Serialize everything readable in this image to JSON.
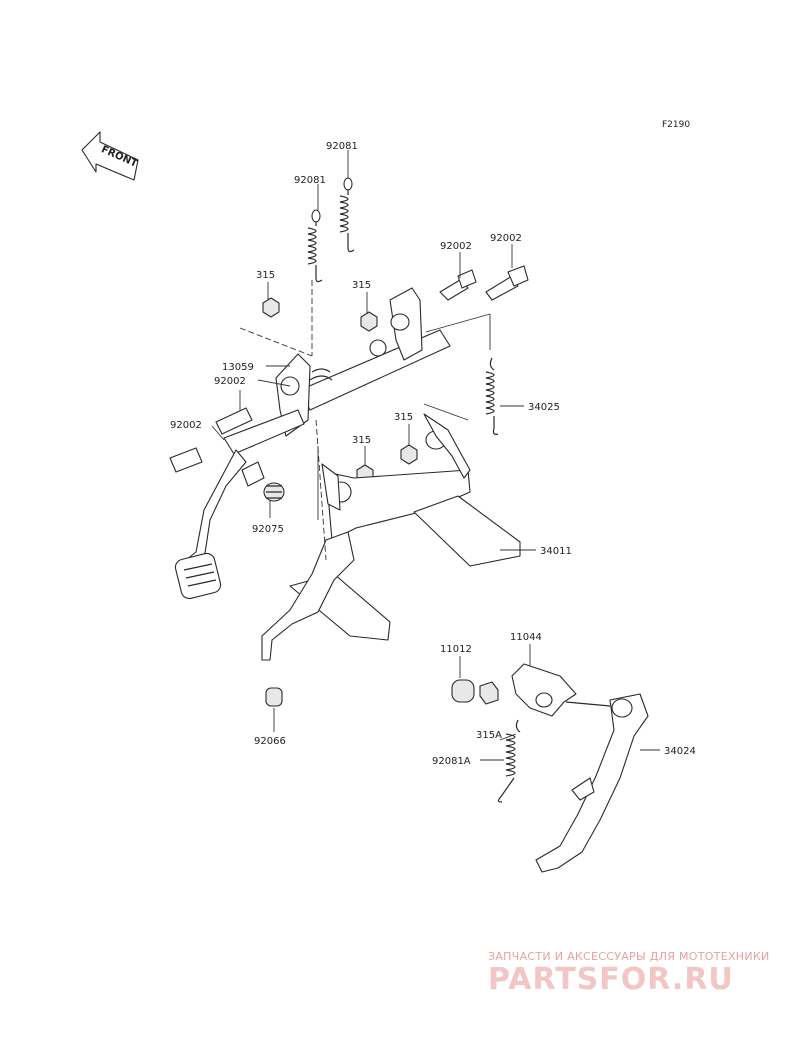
{
  "diagram_code": "F2190",
  "front_arrow_label": "FRONT",
  "parts": {
    "p92081_top": "92081",
    "p92081_mid": "92081",
    "p92002_a": "92002",
    "p92002_b": "92002",
    "p315_a": "315",
    "p315_b": "315",
    "p13059": "13059",
    "p92002_c": "92002",
    "p34025": "34025",
    "p92002_d": "92002",
    "p315_c": "315",
    "p315_d": "315",
    "p92075": "92075",
    "p34011": "34011",
    "p11012": "11012",
    "p11044": "11044",
    "p315A": "315A",
    "p34024": "34024",
    "p92081A": "92081A",
    "p92066": "92066"
  },
  "watermark": {
    "caption": "ЗАПЧАСТИ И АКСЕССУАРЫ ДЛЯ МОТОТЕХНИКИ",
    "brand": "PARTSFOR.RU"
  }
}
